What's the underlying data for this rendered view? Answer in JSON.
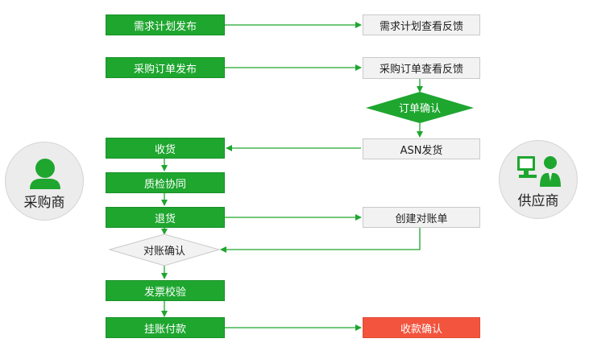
{
  "actors": {
    "buyer": "采购商",
    "supplier": "供应商"
  },
  "nodes": {
    "demand_publish": "需求计划发布",
    "demand_feedback": "需求计划查看反馈",
    "po_publish": "采购订单发布",
    "po_feedback": "采购订单查看反馈",
    "order_confirm": "订单确认",
    "receive": "收货",
    "asn_ship": "ASN发货",
    "quality": "质检协同",
    "return": "退货",
    "create_statement": "创建对账单",
    "reconcile_confirm": "对账确认",
    "invoice_check": "发票校验",
    "ap_payment": "挂账付款",
    "payment_confirm": "收款确认"
  },
  "colors": {
    "green": "#1ea62f",
    "gray": "#f2f2f2",
    "red": "#f2543d",
    "line": "#1ea62f"
  }
}
